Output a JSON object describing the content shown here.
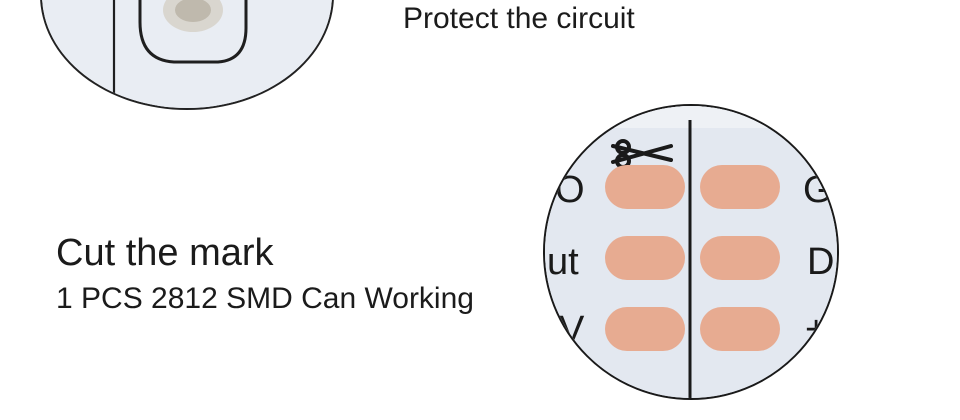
{
  "captions": {
    "protect": "Protect the circuit",
    "cut": "Cut the mark",
    "sub": "1 PCS 2812 SMD Can Working"
  },
  "strip_labels": {
    "left_top": "O",
    "left_mid": "ut",
    "left_bottom": "V",
    "right_top": "G",
    "right_mid": "D",
    "right_bottom": "+"
  },
  "icons": {
    "cut_mark": "scissors-icon"
  },
  "colors": {
    "pad": "#e7ab91",
    "strip_background": "#e3e8f0",
    "outline": "#1a1a1a"
  }
}
